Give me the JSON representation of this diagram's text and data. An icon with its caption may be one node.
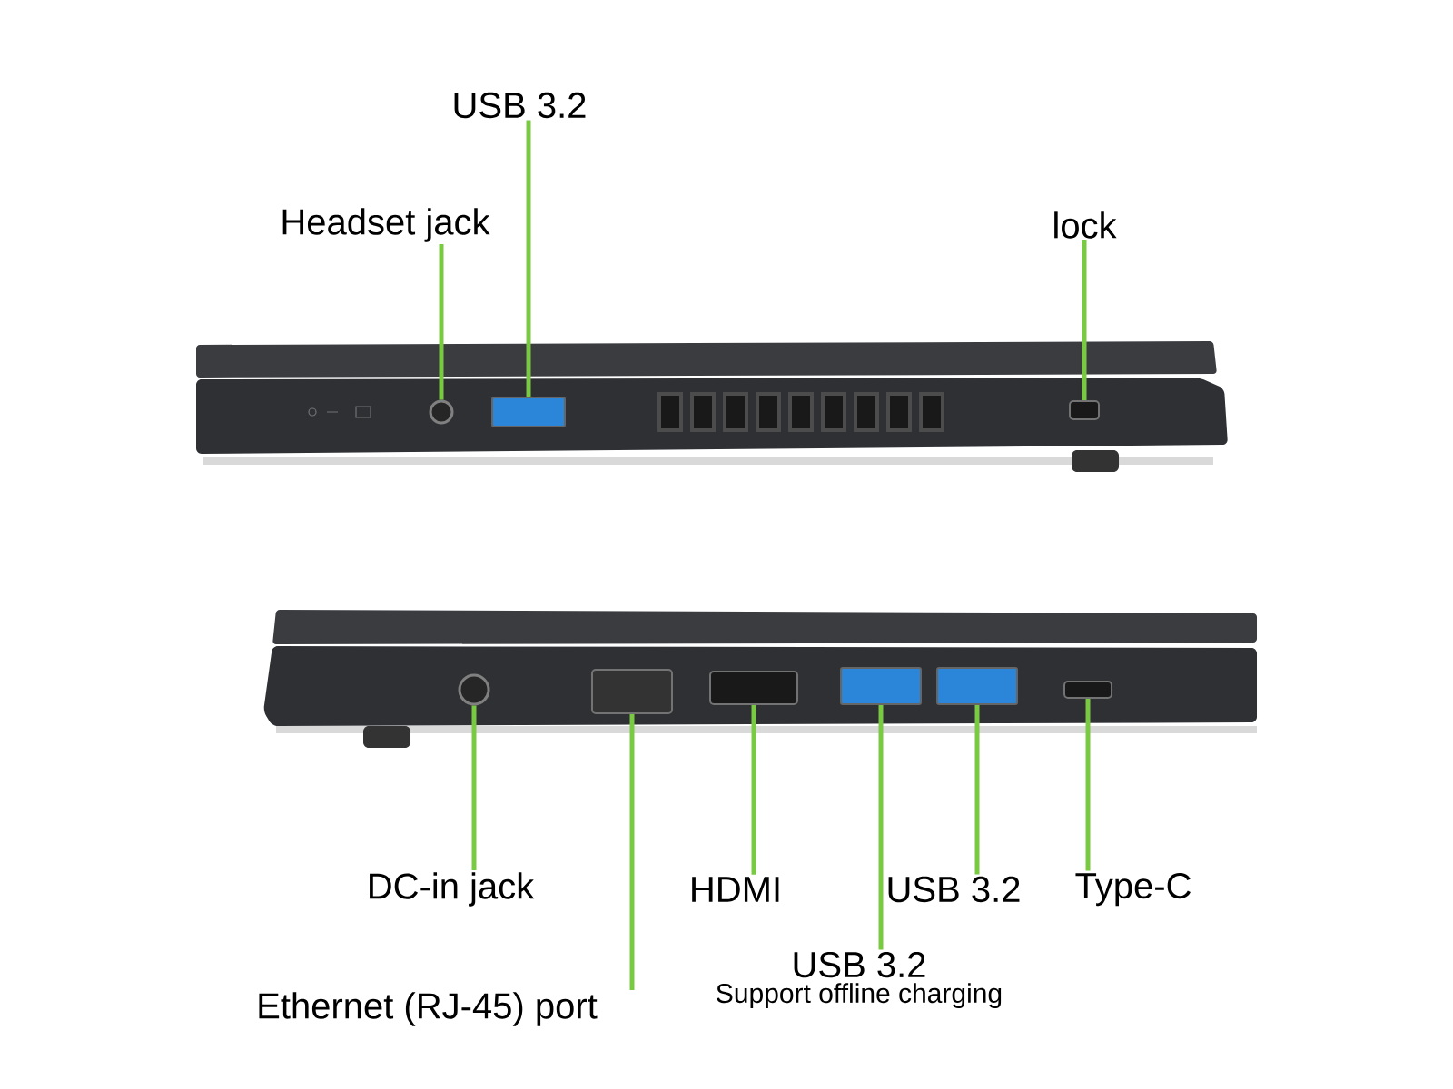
{
  "diagram": {
    "nodes": [
      {
        "text": [
          "USB 3.2"
        ]
      },
      {
        "text": [
          "Headset jack"
        ]
      },
      {
        "text": [
          "lock"
        ]
      },
      {
        "text": [
          "DC-in jack"
        ]
      },
      {
        "text": [
          "Ethernet (RJ-45) port"
        ]
      },
      {
        "text": [
          "HDMI"
        ]
      },
      {
        "text": [
          "USB 3.2",
          "Support offline charging"
        ]
      },
      {
        "text": [
          "USB 3.2"
        ]
      },
      {
        "text": [
          "Type-C"
        ]
      },
      {
        "text": [],
        "shape": "circle"
      },
      {
        "text": [],
        "shape": "box"
      },
      {
        "text": [],
        "shape": "box"
      },
      {
        "text": [],
        "shape": "circle"
      },
      {
        "text": [],
        "shape": "box"
      },
      {
        "text": [],
        "shape": "box"
      },
      {
        "text": [],
        "shape": "box"
      },
      {
        "text": [],
        "shape": "box"
      },
      {
        "text": [],
        "shape": "box"
      }
    ],
    "edges": [
      {
        "from": 0,
        "to": 10,
        "arrow": "none"
      },
      {
        "from": 1,
        "to": 9,
        "arrow": "none"
      },
      {
        "from": 2,
        "to": 11,
        "arrow": "none"
      },
      {
        "from": 3,
        "to": 12,
        "arrow": "none"
      },
      {
        "from": 4,
        "to": 13,
        "arrow": "none"
      },
      {
        "from": 5,
        "to": 14,
        "arrow": "none"
      },
      {
        "from": 6,
        "to": 15,
        "arrow": "none"
      },
      {
        "from": 7,
        "to": 16,
        "arrow": "none"
      },
      {
        "from": 8,
        "to": 17,
        "arrow": "none"
      }
    ]
  }
}
